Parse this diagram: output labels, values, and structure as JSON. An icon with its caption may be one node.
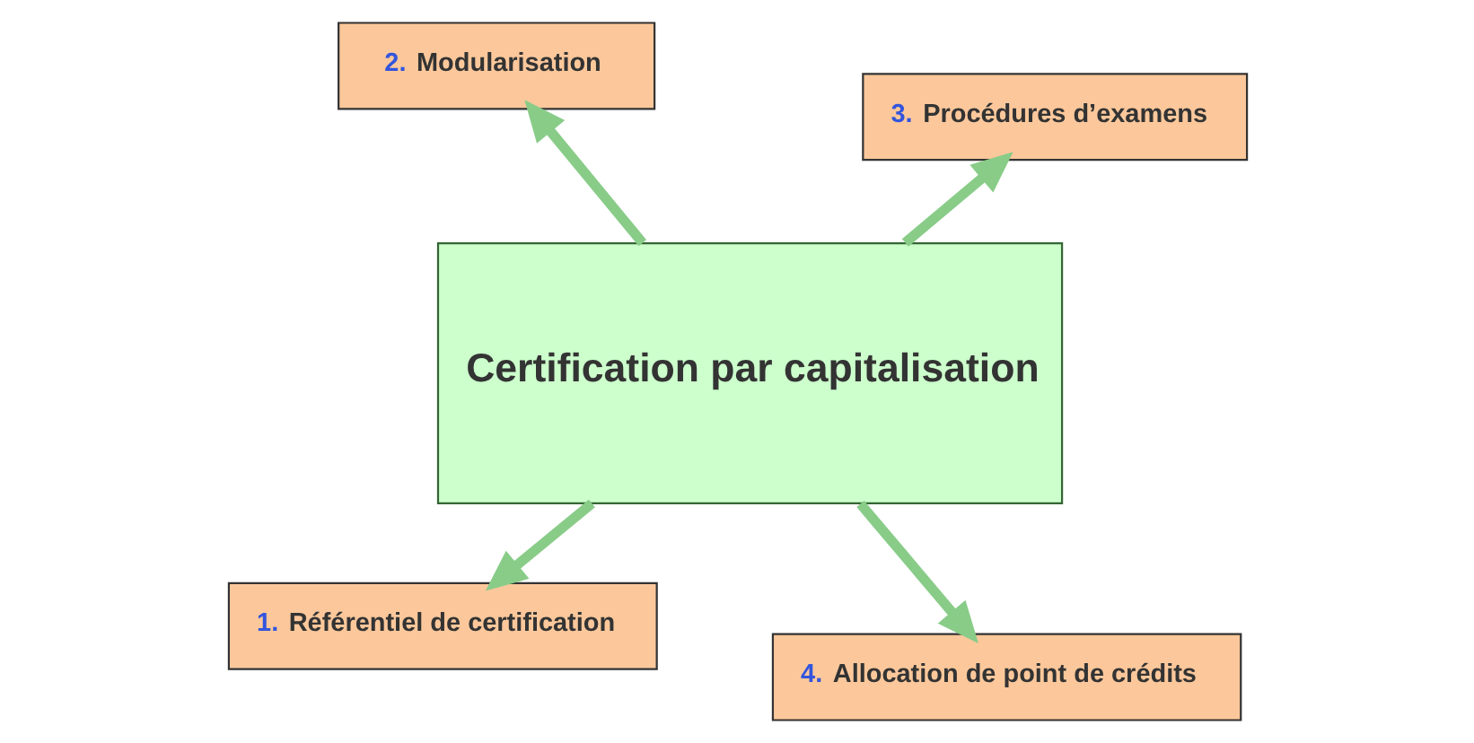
{
  "diagram": {
    "nodes": [
      {
        "text": [
          "Certification par capitalisation"
        ]
      },
      {
        "text": [
          "1. Référentiel de certification"
        ]
      },
      {
        "text": [
          "2. Modularisation"
        ]
      },
      {
        "text": [
          "3. Procédures d’examens"
        ]
      },
      {
        "text": [
          "4. Allocation de point de crédits"
        ]
      }
    ],
    "edges": [
      {
        "from": 0,
        "to": 1,
        "arrow": "to"
      },
      {
        "from": 0,
        "to": 2,
        "arrow": "to"
      },
      {
        "from": 0,
        "to": 3,
        "arrow": "to"
      },
      {
        "from": 0,
        "to": 4,
        "arrow": "to"
      }
    ]
  }
}
